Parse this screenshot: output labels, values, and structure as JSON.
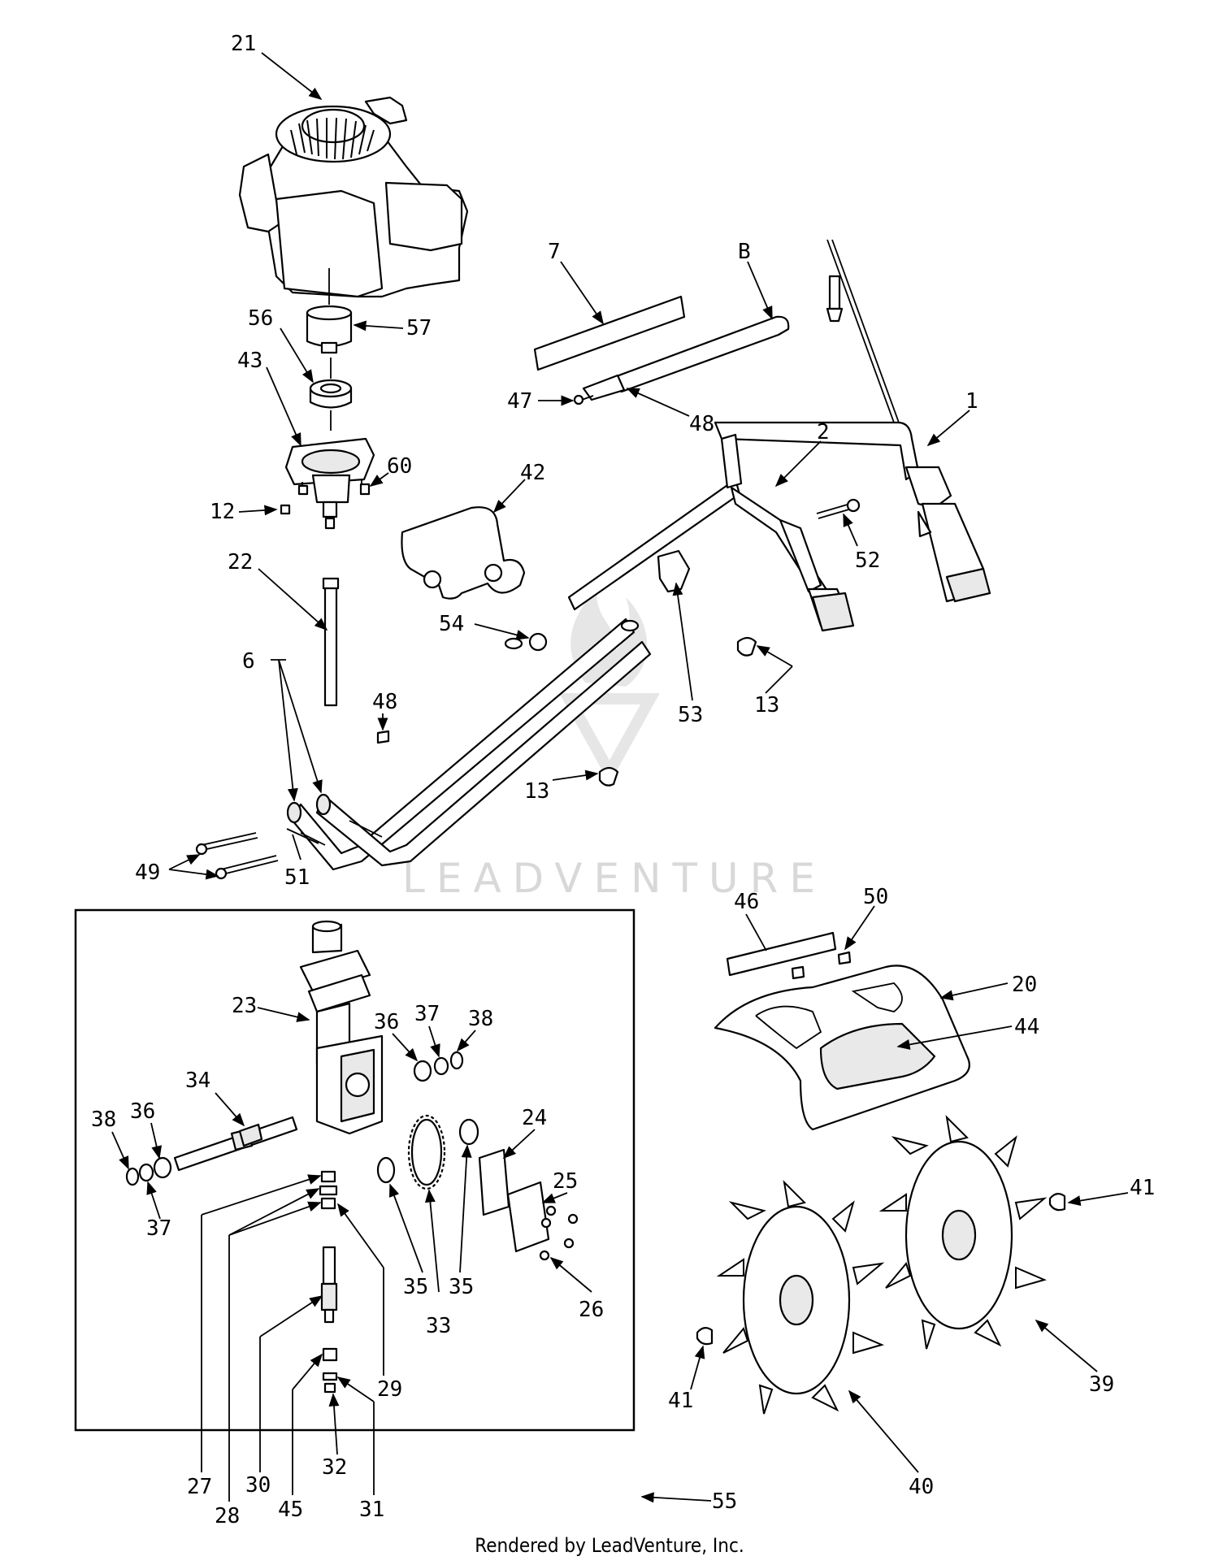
{
  "watermark": {
    "text": "LEADVENTURE"
  },
  "footer": {
    "text": "Rendered by LeadVenture, Inc."
  },
  "callouts": [
    "21",
    "56",
    "57",
    "43",
    "60",
    "12",
    "22",
    "7",
    "B",
    "47",
    "48",
    "2",
    "1",
    "52",
    "42",
    "54",
    "53",
    "13",
    "6",
    "48",
    "13",
    "49",
    "51",
    "46",
    "50",
    "20",
    "44",
    "23",
    "34",
    "36",
    "37",
    "38",
    "38",
    "36",
    "37",
    "24",
    "25",
    "26",
    "35",
    "33",
    "35",
    "27",
    "28",
    "29",
    "30",
    "45",
    "32",
    "31",
    "41",
    "41",
    "39",
    "40",
    "55"
  ]
}
